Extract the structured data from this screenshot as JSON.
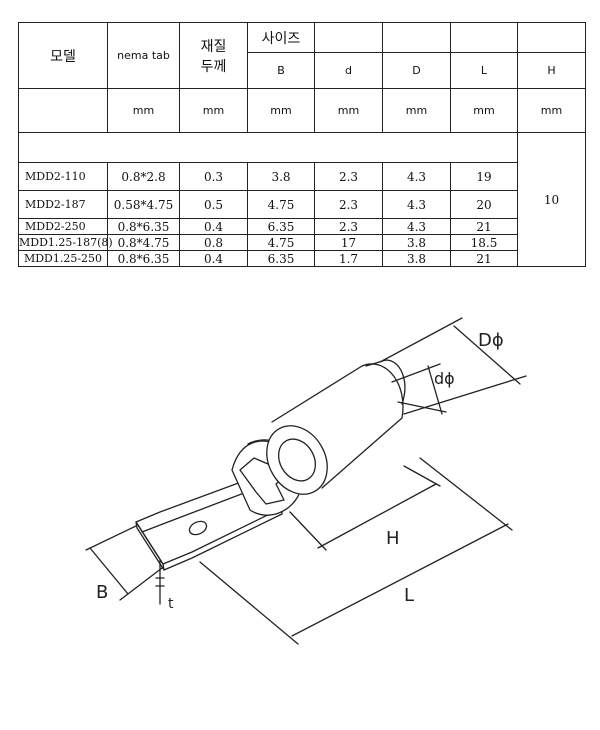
{
  "table": {
    "header": {
      "model": "모델",
      "nema_tab": "nema tab",
      "thickness_line1": "재질",
      "thickness_line2": "두께",
      "size": "사이즈",
      "cols": [
        "B",
        "d",
        "D",
        "L",
        "H"
      ]
    },
    "units": [
      "mm",
      "mm",
      "mm",
      "mm",
      "mm",
      "mm",
      "mm"
    ],
    "h_value": "10",
    "rows": [
      {
        "model": "MDD2-110",
        "tab": "0.8*2.8",
        "t": "0.3",
        "B": "3.8",
        "d": "2.3",
        "D": "4.3",
        "L": "19"
      },
      {
        "model": "MDD2-187",
        "tab": "0.58*4.75",
        "t": "0.5",
        "B": "4.75",
        "d": "2.3",
        "D": "4.3",
        "L": "20"
      },
      {
        "model": "MDD2-250",
        "tab": "0.8*6.35",
        "t": "0.4",
        "B": "6.35",
        "d": "2.3",
        "D": "4.3",
        "L": "21"
      },
      {
        "model": "MDD1.25-187(8)",
        "tab": "0.8*4.75",
        "t": "0.8",
        "B": "4.75",
        "d": "17",
        "D": "3.8",
        "L": "18.5"
      },
      {
        "model": "MDD1.25-250",
        "tab": "0.8*6.35",
        "t": "0.4",
        "B": "6.35",
        "d": "1.7",
        "D": "3.8",
        "L": "21"
      }
    ]
  },
  "drawing": {
    "labels": {
      "D": "Dϕ",
      "d": "dϕ",
      "H": "H",
      "L": "L",
      "B": "B",
      "t": "t"
    }
  }
}
